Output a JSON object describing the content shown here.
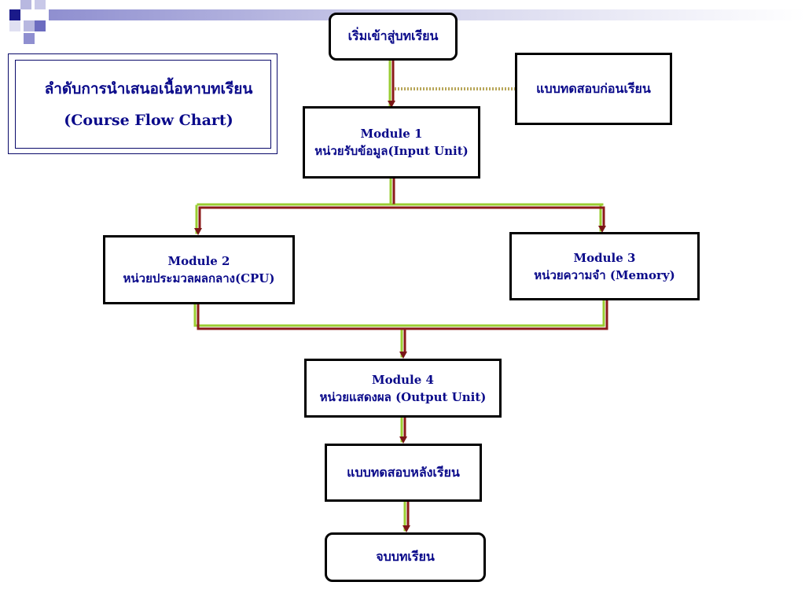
{
  "diagram": {
    "title": "ลำดับการนำเสนอเนื้อหาบทเรียน",
    "subtitle": "(Course Flow Chart)",
    "nodes": {
      "start": {
        "text": "เริ่มเข้าสู่บทเรียน"
      },
      "pretest": {
        "text": "แบบทดสอบก่อนเรียน"
      },
      "module1": {
        "number": "Module 1",
        "label": "หน่วยรับข้อมูล(Input Unit)"
      },
      "module2": {
        "number": "Module 2",
        "label": "หน่วยประมวลผลกลาง(CPU)"
      },
      "module3": {
        "number": "Module 3",
        "label": "หน่วยความจำ (Memory)"
      },
      "module4": {
        "number": "Module 4",
        "label": "หน่วยแสดงผล (Output Unit)"
      },
      "posttest": {
        "text": "แบบทดสอบหลังเรียน"
      },
      "end": {
        "text": "จบบทเรียน"
      }
    },
    "edges": [
      {
        "from": "start",
        "to": "module1"
      },
      {
        "from": "pretest",
        "to": "start-module1-line",
        "style": "dotted"
      },
      {
        "from": "module1",
        "to": "module2"
      },
      {
        "from": "module1",
        "to": "module3"
      },
      {
        "from": "module2",
        "to": "module4"
      },
      {
        "from": "module3",
        "to": "module4"
      },
      {
        "from": "module4",
        "to": "posttest"
      },
      {
        "from": "posttest",
        "to": "end"
      }
    ],
    "colors": {
      "text": "#0a0a8a",
      "border": "#000000",
      "connector_red": "#8b1a1a",
      "connector_green": "#9acd32",
      "dotted": "#b8a65a",
      "decor_dark": "#1a1a8a",
      "decor_mid": "#6c6cc0",
      "decor_light": "#b8b8e0"
    }
  }
}
